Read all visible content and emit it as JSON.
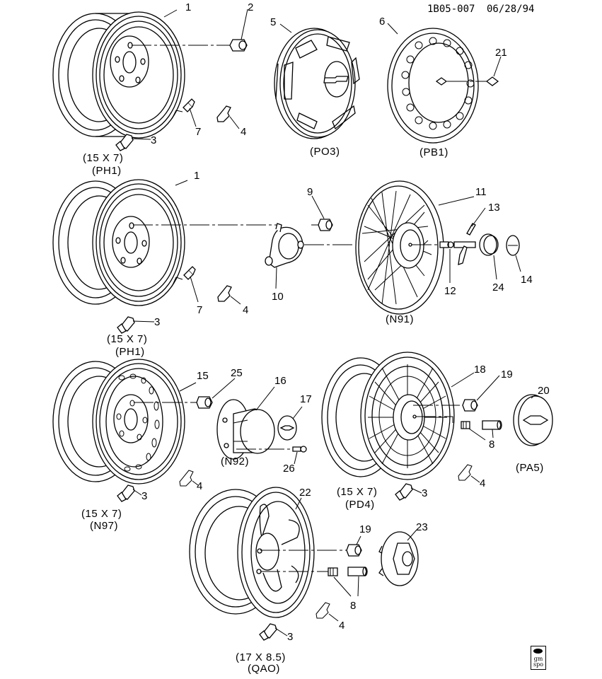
{
  "header": {
    "code": "1B05-007",
    "date": "06/28/94"
  },
  "callouts": {
    "c1a": "1",
    "c2": "2",
    "c3a": "3",
    "c4a": "4",
    "c5": "5",
    "c6": "6",
    "c7a": "7",
    "c21": "21",
    "c1b": "1",
    "c9": "9",
    "c10": "10",
    "c11": "11",
    "c12": "12",
    "c13": "13",
    "c14": "14",
    "c24": "24",
    "c3b": "3",
    "c4b": "4",
    "c7b": "7",
    "c15": "15",
    "c25": "25",
    "c16": "16",
    "c17": "17",
    "c26": "26",
    "c3c": "3",
    "c4c": "4",
    "c18": "18",
    "c19a": "19",
    "c20": "20",
    "c8a": "8",
    "c3d": "3",
    "c4d": "4",
    "c22": "22",
    "c19b": "19",
    "c23": "23",
    "c8b": "8",
    "c3e": "3",
    "c4e": "4"
  },
  "captions": {
    "wheel1_size": "(15 X 7)",
    "wheel1_code": "(PH1)",
    "cover5_code": "(PO3)",
    "cover6_code": "(PB1)",
    "wheel2_size": "(15 X 7)",
    "wheel2_code": "(PH1)",
    "wire_cover_code": "(N91)",
    "wheel3_size": "(15 X 7)",
    "wheel3_code": "(N97)",
    "hubcap16_code": "(N92)",
    "wheel4_size": "(15 X 7)",
    "wheel4_code": "(PD4)",
    "cap20_code": "(PA5)",
    "wheel5_size": "(17 X 8.5)",
    "wheel5_code": "(QAO)"
  },
  "logo": {
    "line1": "gm",
    "line2": "spo"
  }
}
